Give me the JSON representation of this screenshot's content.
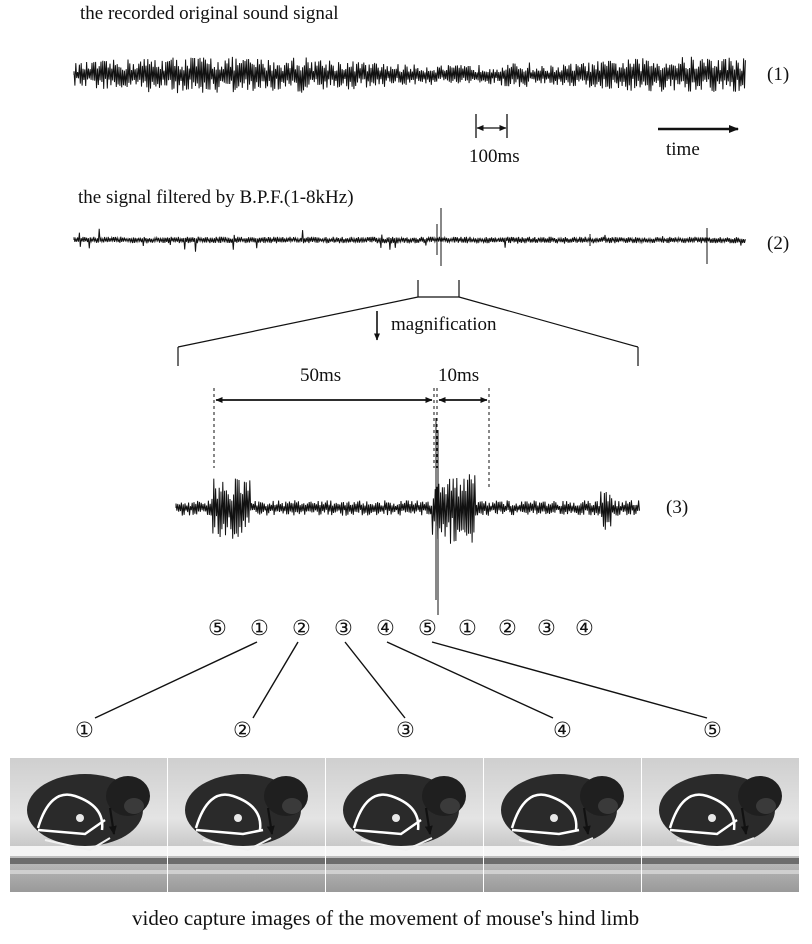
{
  "figure": {
    "panel1": {
      "label": "the recorded  original sound signal",
      "index": "(1)"
    },
    "scale_bar": "100ms",
    "time_label": "time",
    "panel2": {
      "label": "the signal filtered by B.P.F.(1-8kHz)",
      "index": "(2)"
    },
    "magnification_label": "magnification",
    "interval_50": "50ms",
    "interval_10": "10ms",
    "panel3": {
      "index": "(3)"
    },
    "phase_sequence": [
      "⑤",
      "①",
      "②",
      "③",
      "④",
      "⑤",
      "①",
      "②",
      "③",
      "④"
    ],
    "frame_labels": [
      "①",
      "②",
      "③",
      "④",
      "⑤"
    ],
    "caption": "video capture images of the movement of mouse's hind limb"
  }
}
